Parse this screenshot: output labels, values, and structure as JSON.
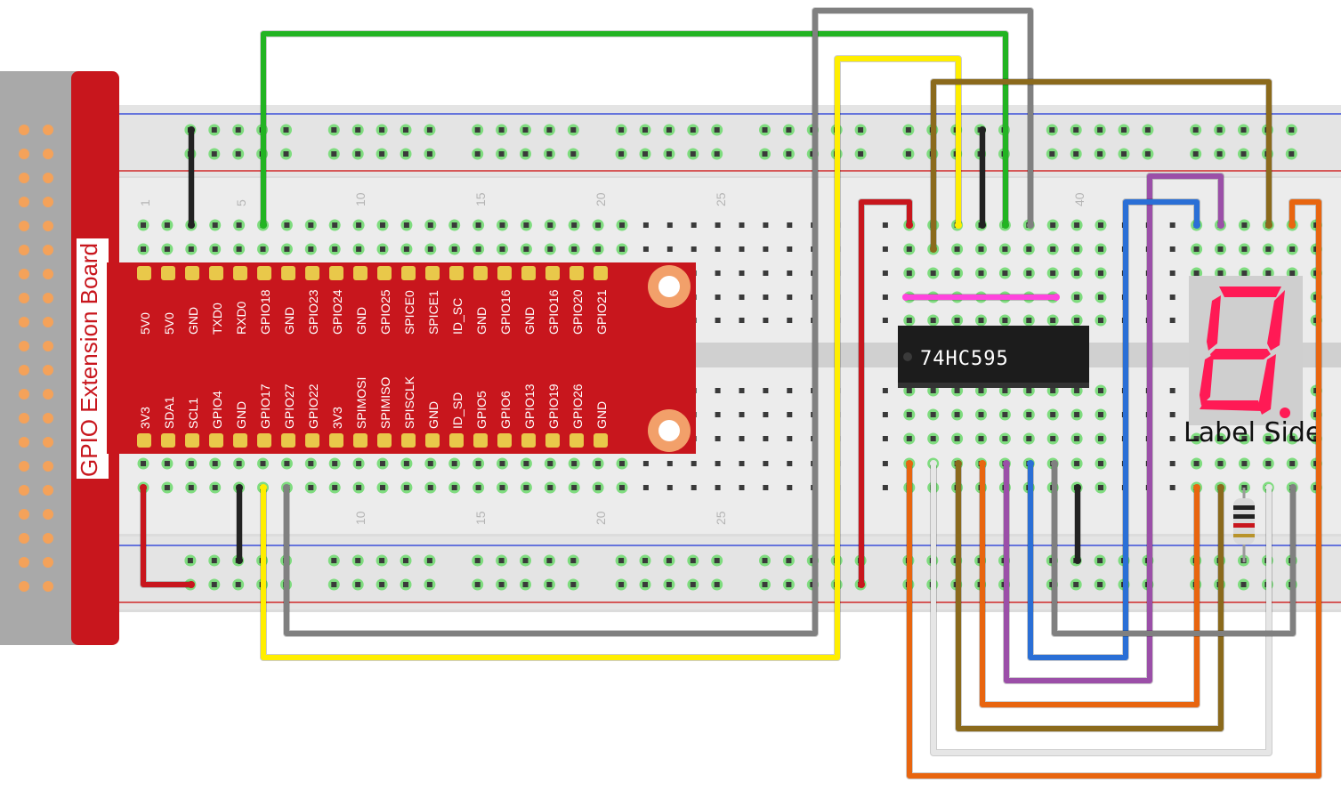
{
  "board": {
    "title": "GPIO Extension Board",
    "top_pins": [
      "5V0",
      "5V0",
      "GND",
      "TXD0",
      "RXD0",
      "GPIO18",
      "GND",
      "GPIO23",
      "GPIO24",
      "GND",
      "GPIO25",
      "SPICE0",
      "SPICE1",
      "ID_SC",
      "GND",
      "GPIO16",
      "GND",
      "GPIO16",
      "GPIO20",
      "GPIO21"
    ],
    "bottom_pins": [
      "3V3",
      "SDA1",
      "SCL1",
      "GPIO4",
      "GND",
      "GPIO17",
      "GPIO27",
      "GPIO22",
      "3V3",
      "SPIMOSI",
      "SPIMISO",
      "SPISCLK",
      "GND",
      "ID_SD",
      "GPIO5",
      "GPIO6",
      "GPIO13",
      "GPIO19",
      "GPIO26",
      "GND"
    ]
  },
  "breadboard": {
    "top_numbers": [
      "1",
      "5",
      "10",
      "15",
      "20",
      "25",
      "40"
    ],
    "bottom_numbers": [
      "10",
      "15",
      "20",
      "25"
    ]
  },
  "chip": {
    "label": "74HC595"
  },
  "display": {
    "label": "Label Side"
  },
  "colors": {
    "red": "#c8161d",
    "green": "#22b422",
    "gray": "#808080",
    "yellow": "#ffee00",
    "brown": "#8b6a1c",
    "black": "#222222",
    "magenta": "#ff44dd",
    "blue": "#2a6fd6",
    "purple": "#9b4fa8",
    "orange": "#e8650f",
    "white": "#e6e6e6",
    "segment": "#ff1a55"
  }
}
